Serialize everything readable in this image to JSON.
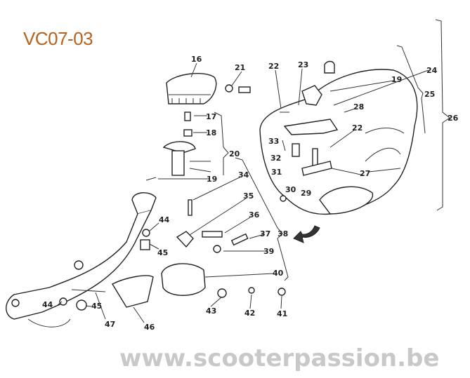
{
  "title": "VC07-03",
  "watermark": "www.scooterpassion.be",
  "callouts": [
    "16",
    "21",
    "22",
    "23",
    "24",
    "19",
    "25",
    "28",
    "26",
    "17",
    "18",
    "22",
    "20",
    "33",
    "32",
    "31",
    "27",
    "34",
    "19",
    "30",
    "29",
    "35",
    "36",
    "44",
    "37",
    "38",
    "45",
    "39",
    "40",
    "43",
    "42",
    "41",
    "44",
    "45",
    "47",
    "46"
  ],
  "colors": {
    "title": "#b5621f",
    "watermark": "#c8c8c8",
    "ink": "#222222"
  }
}
